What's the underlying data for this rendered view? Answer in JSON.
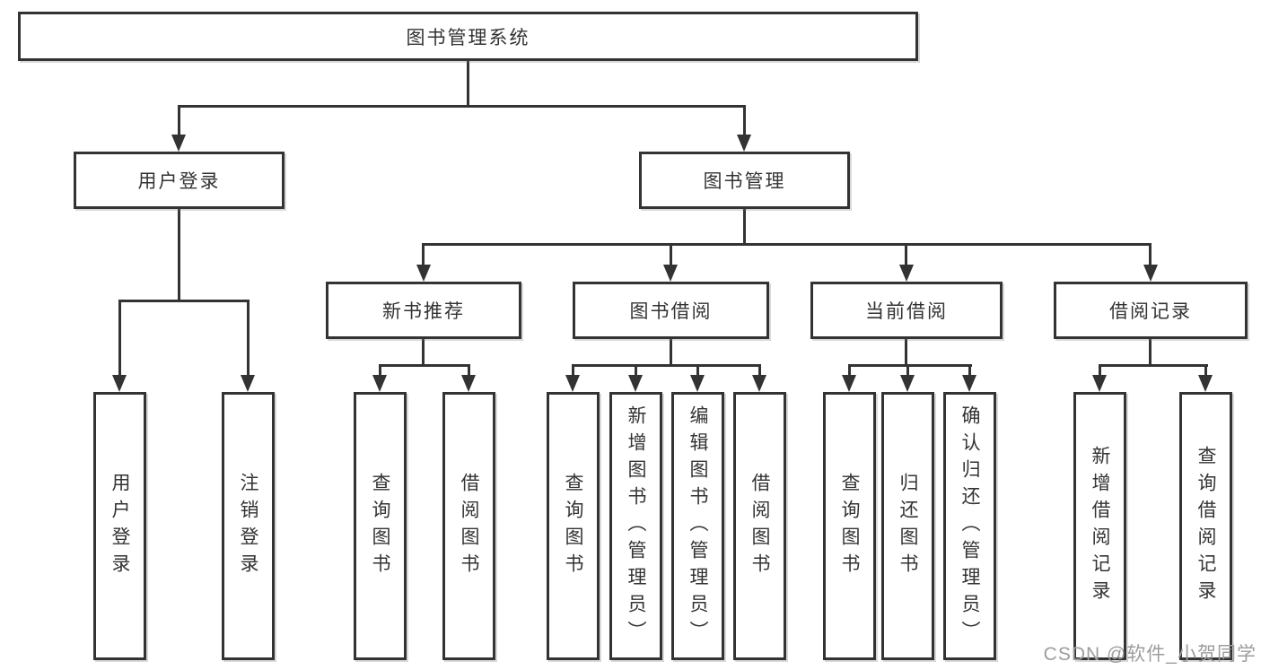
{
  "diagram": {
    "title": "图书管理系统",
    "nodes": {
      "root": "图书管理系统",
      "level1": [
        "用户登录",
        "图书管理"
      ],
      "level2": [
        "新书推荐",
        "图书借阅",
        "当前借阅",
        "借阅记录"
      ],
      "leaves_login": [
        "用户登录",
        "注销登录"
      ],
      "leaves_recommend": [
        "查询图书",
        "借阅图书"
      ],
      "leaves_borrow": [
        "查询图书",
        "新增图书（管理员）",
        "编辑图书（管理员）",
        "借阅图书"
      ],
      "leaves_current": [
        "查询图书",
        "归还图书",
        "确认归还（管理员）"
      ],
      "leaves_records": [
        "新增借阅记录",
        "查询借阅记录"
      ]
    },
    "hierarchy": [
      {
        "parent": "图书管理系统",
        "children": [
          "用户登录",
          "图书管理"
        ]
      },
      {
        "parent": "用户登录",
        "children": [
          "用户登录",
          "注销登录"
        ]
      },
      {
        "parent": "图书管理",
        "children": [
          "新书推荐",
          "图书借阅",
          "当前借阅",
          "借阅记录"
        ]
      },
      {
        "parent": "新书推荐",
        "children": [
          "查询图书",
          "借阅图书"
        ]
      },
      {
        "parent": "图书借阅",
        "children": [
          "查询图书",
          "新增图书（管理员）",
          "编辑图书（管理员）",
          "借阅图书"
        ]
      },
      {
        "parent": "当前借阅",
        "children": [
          "查询图书",
          "归还图书",
          "确认归还（管理员）"
        ]
      },
      {
        "parent": "借阅记录",
        "children": [
          "新增借阅记录",
          "查询借阅记录"
        ]
      }
    ],
    "watermark": "CSDN @软件_小贺同学",
    "colors": {
      "line": "#333333",
      "text": "#333333",
      "box_background": "#ffffff",
      "page_background": "#ffffff",
      "watermark": "#9d9d9d"
    }
  }
}
